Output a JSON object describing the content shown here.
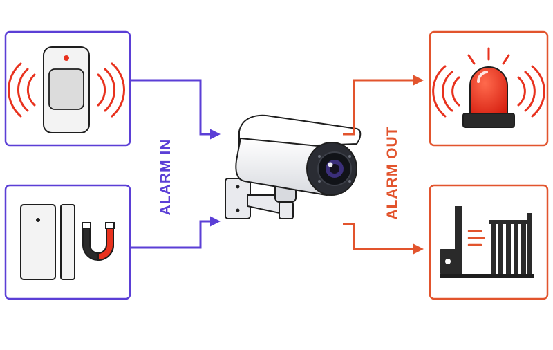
{
  "labels": {
    "alarm_in": "ALARM IN",
    "alarm_out": "ALARM OUT"
  },
  "colors": {
    "input": "#5b3fd6",
    "output": "#e2542d",
    "siren": "#e8321e",
    "outline": "#1e1e1e",
    "device_fill": "#f3f3f3"
  },
  "inputs": [
    {
      "device": "pir-motion-sensor",
      "icon": "motion-sensor-icon"
    },
    {
      "device": "door-window-contact",
      "icon": "magnetic-contact-icon"
    }
  ],
  "center": {
    "device": "security-camera",
    "icon": "bullet-camera-icon"
  },
  "outputs": [
    {
      "device": "alarm-siren",
      "icon": "siren-light-icon"
    },
    {
      "device": "gate-barrier",
      "icon": "gate-opener-icon"
    }
  ]
}
